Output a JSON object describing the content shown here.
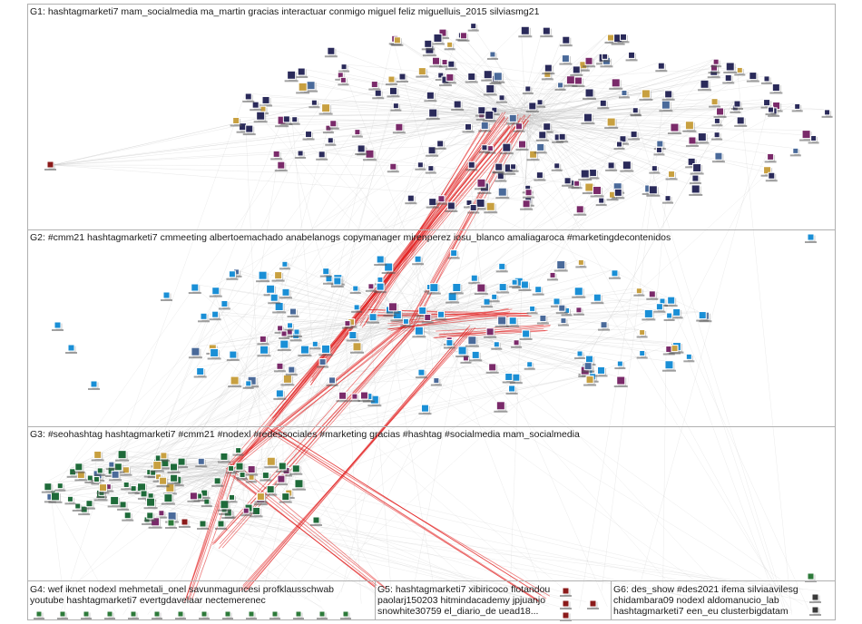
{
  "groups": [
    {
      "id": "G1",
      "label": "G1: hashtagmarketi7 mam_socialmedia ma_martin gracias interactuar conmigo miguel feliz miguelluis_2015 silviasmg21",
      "node_color": "#2a2a5a",
      "accent": "#3b3b8f"
    },
    {
      "id": "G2",
      "label": "G2: #cmm21 hashtagmarketi7 cmmeeting albertoemachado anabelanogs copymanager mirenperez iosu_blanco amaliagaroca #marketingdecontenidos",
      "node_color": "#1a8fd6",
      "accent": "#29a3e8"
    },
    {
      "id": "G3",
      "label": "G3: #seohashtag hashtagmarketi7 #cmm21 #nodexl #redessociales #marketing gracias #hashtag #socialmedia mam_socialmedia",
      "node_color": "#1f6b3a",
      "accent": "#2e8b4e"
    },
    {
      "id": "G4",
      "label_line1": "G4: wef iknet nodexl mehmetali_onel savunmaguncesi profklausschwab",
      "label_line2": "youtube hashtagmarketi7 evertgdavelaar nectemerenec",
      "node_color": "#2d7a3a"
    },
    {
      "id": "G5",
      "label_line1": "G5: hashtagmarketi7 xibiricoco flotandou",
      "label_line2": "paolarj150203 hitmindacademy jpjuanjo",
      "label_line3": "snowhite30759 el_diario_de uead18...",
      "node_color": "#8b1a1a"
    },
    {
      "id": "G6",
      "label_line1": "G6: des_show #des2021 ifema silviaavilesg",
      "label_line2": "chidambara09 nodexl aldomanucio_lab",
      "label_line3": "hashtagmarketi7 een_eu clusterbigdatam",
      "node_color": "#3a3a3a"
    }
  ],
  "colors": {
    "edge_gray": "#bdbdbd",
    "edge_red": "#e01010",
    "border": "#b0b0b0"
  }
}
